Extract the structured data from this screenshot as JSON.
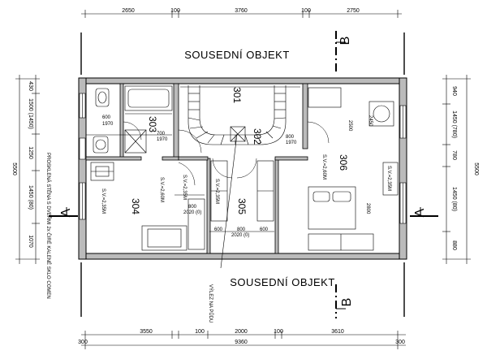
{
  "neighbors": {
    "top": "SOUSEDNÍ OBJEKT",
    "bottom": "SOUSEDNÍ OBJEKT"
  },
  "sections": {
    "a": "A",
    "b": "B"
  },
  "rooms": {
    "r301": "301",
    "r302": "302",
    "r303": "303",
    "r304": "304",
    "r305": "305",
    "r306": "306"
  },
  "dims_top": [
    "2650",
    "100",
    "3760",
    "100",
    "2750"
  ],
  "dims_bottom": [
    "300",
    "3550",
    "100",
    "2000",
    "100",
    "3610",
    "300"
  ],
  "dims_bottom_total": "9360",
  "dims_left": [
    "430",
    "1500 (1450)",
    "1250",
    "1450 (80)",
    "1070"
  ],
  "dims_left_total": "5500",
  "dims_right": [
    "940",
    "1450 (780)",
    "780",
    "1450 (80)",
    "880"
  ],
  "dims_right_total": "5500",
  "door_labels": {
    "d1": "600",
    "d1b": "1970",
    "d2": "700",
    "d2b": "1970",
    "d3": "800",
    "d3b": "1970",
    "d4": "800",
    "d4b": "2020 (0)",
    "d5": "600",
    "d5b": "800",
    "d5c": "600",
    "d5d": "2020 (0)"
  },
  "notes": {
    "partition": "PROSKLENÁ STĚNA S DVEŘMI 2x ČIRÉ KALENÉ SKLO COMEN",
    "hatch": "VÝLEZ NA PŮDU",
    "sv1": "S.V.=2,35M",
    "sv2": "S.V.=2,60M",
    "sv3": "S.V.=2,35M",
    "sv4": "S.V.=2,35M",
    "sv5": "S.V.=2,60M",
    "sv6": "S.V.=2,35M",
    "h2800": "2800",
    "h2450": "2450",
    "h2500": "2500"
  }
}
